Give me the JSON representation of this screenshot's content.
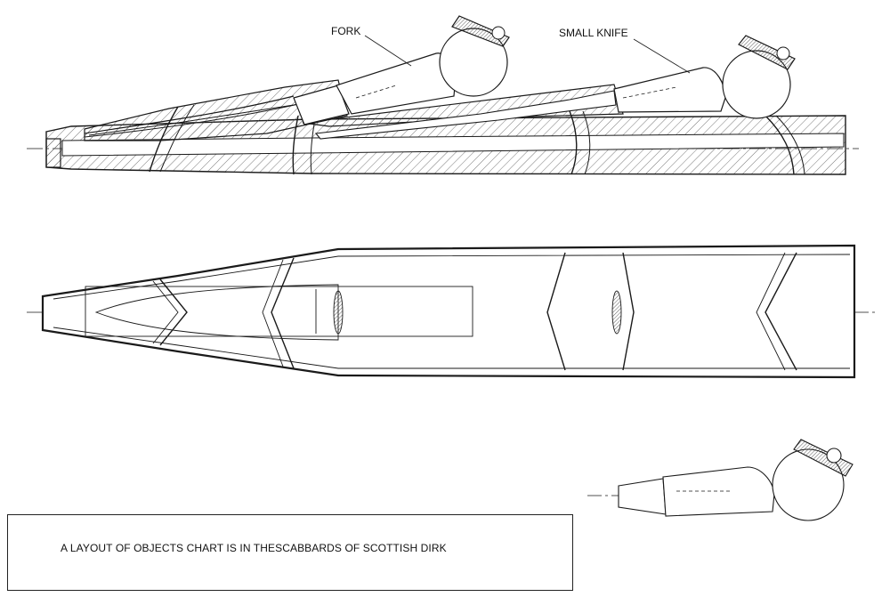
{
  "labels": {
    "fork": "FORK",
    "small_knife": "SMALL KNIFE"
  },
  "caption": {
    "text": "A LAYOUT OF OBJECTS CHART IS IN THESCABBARDS OF SCOTTISH DIRK"
  },
  "colors": {
    "line": "#1a1a1a",
    "hatch": "#555555",
    "background": "#ffffff"
  }
}
